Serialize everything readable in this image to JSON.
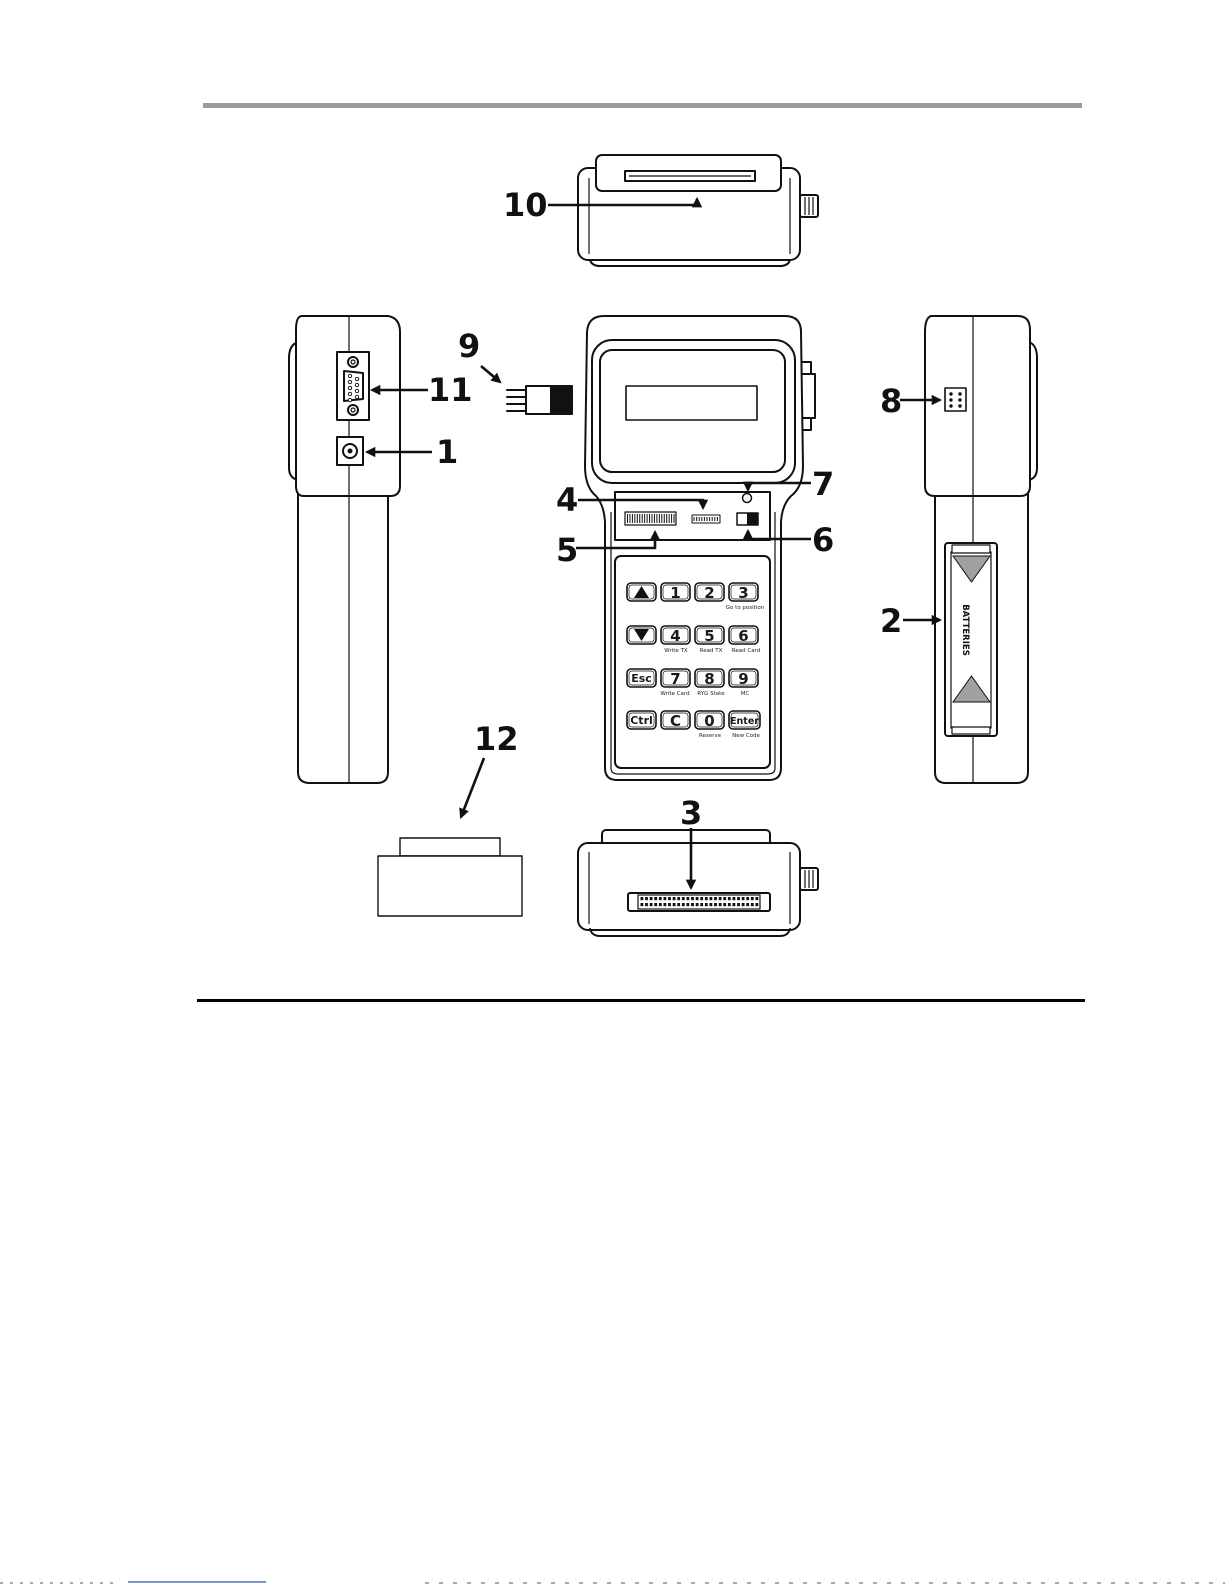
{
  "callouts": [
    "10",
    "11",
    "1",
    "9",
    "8",
    "4",
    "7",
    "5",
    "6",
    "2",
    "12",
    "3"
  ],
  "keypad": {
    "keys": [
      {
        "icon": "up-arrow-icon"
      },
      {
        "label": "1"
      },
      {
        "label": "2"
      },
      {
        "label": "3",
        "caption": "Go to position"
      },
      {
        "icon": "down-arrow-icon"
      },
      {
        "label": "4",
        "caption": "Write TX"
      },
      {
        "label": "5",
        "caption": "Read TX"
      },
      {
        "label": "6",
        "caption": "Read Card"
      },
      {
        "label": "Esc"
      },
      {
        "label": "7",
        "caption": "Write Card"
      },
      {
        "label": "8",
        "caption": "RYG State"
      },
      {
        "label": "9",
        "caption": "MC"
      },
      {
        "label": "Ctrl"
      },
      {
        "label": "C"
      },
      {
        "label": "0",
        "caption": "Reserve"
      },
      {
        "label": "Enter",
        "caption": "New Code"
      }
    ]
  },
  "battery_label": "BATTERIES",
  "colors": {
    "rule_top": "#9a9a9a",
    "rule_bottom": "#000000",
    "ctrl_key": "#5e5e5e",
    "battery_arrows": "#a0a0a0"
  }
}
